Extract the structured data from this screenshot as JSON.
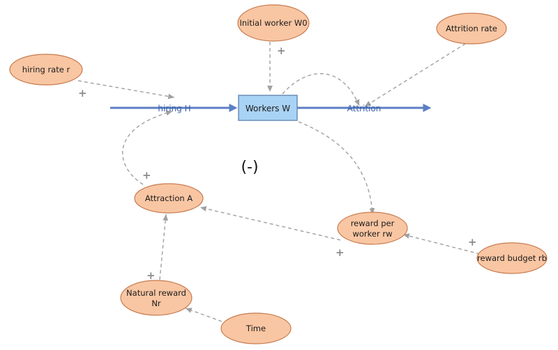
{
  "stock": {
    "workers": "Workers W"
  },
  "flows": {
    "hiring": "hiring H",
    "attrition": "Attrition"
  },
  "variables": {
    "initial_worker": "Initial worker W0",
    "attrition_rate": "Attrition rate",
    "hiring_rate": "hiring rate r",
    "attraction": "Attraction A",
    "reward_per_worker_line1": "reward per",
    "reward_per_worker_line2": "worker rw",
    "reward_budget": "reward budget rb",
    "natural_reward_line1": "Natural reward",
    "natural_reward_line2": "Nr",
    "time": "Time"
  },
  "polarity": {
    "positive": "+",
    "loop": "(-)"
  },
  "colors": {
    "variable_fill": "#F9C6A3",
    "variable_stroke": "#C77B4F",
    "stock_fill": "#A9D3F5",
    "stock_stroke": "#6A8DB5",
    "flow": "#5B7FC4",
    "link": "#A0A0A0",
    "text": "#1A1A1A",
    "flow_text": "#3A5FA8"
  }
}
